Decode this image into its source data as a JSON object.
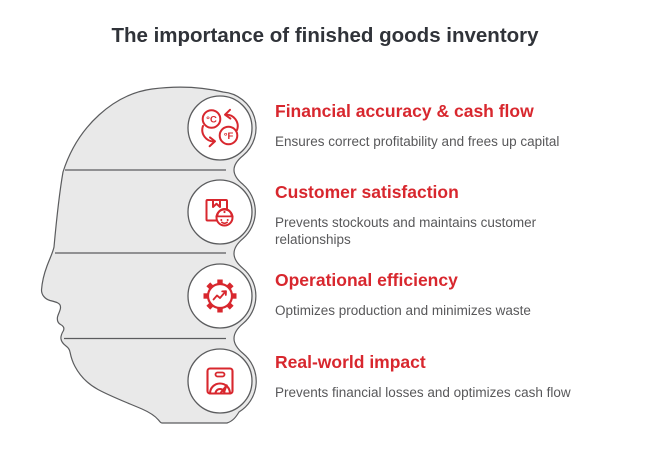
{
  "title": "The importance of finished goods inventory",
  "colors": {
    "accent_red": "#d8272e",
    "head_fill": "#e9e9e9",
    "outline_gray": "#5b5c5e",
    "body_text": "#58585a",
    "title_text": "#303339"
  },
  "icons": {
    "celsius_label": "°C",
    "fahrenheit_label": "°F"
  },
  "items": [
    {
      "icon": "temperature-conversion-icon",
      "heading": "Financial accuracy & cash flow",
      "description": "Ensures correct profitability and frees up capital"
    },
    {
      "icon": "package-delivery-person-icon",
      "heading": "Customer satisfaction",
      "description": "Prevents stockouts and maintains customer relationships"
    },
    {
      "icon": "gear-trend-chart-icon",
      "heading": "Operational efficiency",
      "description": "Optimizes production and minimizes waste"
    },
    {
      "icon": "weighing-scale-gauge-icon",
      "heading": "Real-world impact",
      "description": "Prevents financial losses and optimizes cash flow"
    }
  ]
}
